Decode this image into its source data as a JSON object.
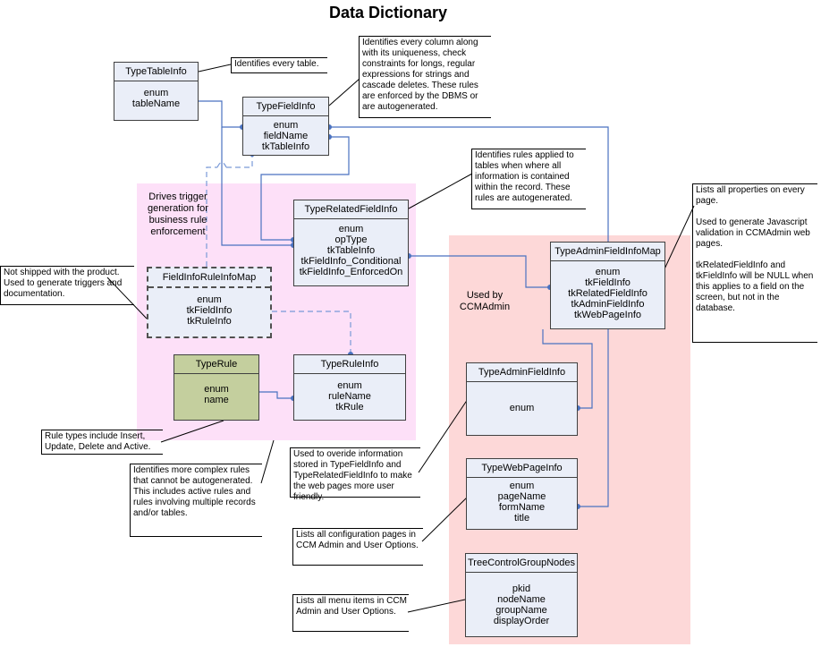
{
  "title": "Data Dictionary",
  "regions": {
    "pink": "Drives trigger generation for business rule enforcement",
    "red": "Used by CCMAdmin"
  },
  "entities": {
    "TypeTableInfo": {
      "name": "TypeTableInfo",
      "fields": [
        "enum",
        "tableName"
      ]
    },
    "TypeFieldInfo": {
      "name": "TypeFieldInfo",
      "fields": [
        "enum",
        "fieldName",
        "tkTableInfo"
      ]
    },
    "TypeRelatedFieldInfo": {
      "name": "TypeRelatedFieldInfo",
      "fields": [
        "enum",
        "opType",
        "tkTableInfo",
        "tkFieldInfo_Conditional",
        "tkFieldInfo_EnforcedOn"
      ]
    },
    "FieldInfoRuleInfoMap": {
      "name": "FieldInfoRuleInfoMap",
      "fields": [
        "enum",
        "tkFieldInfo",
        "tkRuleInfo"
      ]
    },
    "TypeRule": {
      "name": "TypeRule",
      "fields": [
        "enum",
        "name"
      ]
    },
    "TypeRuleInfo": {
      "name": "TypeRuleInfo",
      "fields": [
        "enum",
        "ruleName",
        "tkRule"
      ]
    },
    "TypeAdminFieldInfoMap": {
      "name": "TypeAdminFieldInfoMap",
      "fields": [
        "enum",
        "tkFieldInfo",
        "tkRelatedFieldInfo",
        "tkAdminFieldInfo",
        "tkWebPageInfo"
      ]
    },
    "TypeAdminFieldInfo": {
      "name": "TypeAdminFieldInfo",
      "fields": [
        "enum"
      ]
    },
    "TypeWebPageInfo": {
      "name": "TypeWebPageInfo",
      "fields": [
        "enum",
        "pageName",
        "formName",
        "title"
      ]
    },
    "TreeControlGroupNodes": {
      "name": "TreeControlGroupNodes",
      "fields": [
        "pkid",
        "nodeName",
        "groupName",
        "displayOrder"
      ]
    }
  },
  "notes": {
    "tableinfo": [
      "Identifies every table."
    ],
    "fieldinfo": [
      "Identifies every column along with its uniqueness, check constraints for longs, regular expressions for strings and cascade deletes. These rules are enforced by the DBMS or are autogenerated."
    ],
    "relatedfield": [
      "Identifies rules applied to tables when where all information is contained within the record. These rules are autogenerated."
    ],
    "notshipped": [
      "Not shipped with the product. Used to generate triggers and documentation."
    ],
    "ruletypes": [
      "Rule types include Insert, Update, Delete and Active."
    ],
    "complexrules": [
      "Identifies more complex rules that cannot be autogenerated. This includes active rules and rules involving multiple records and/or tables."
    ],
    "override": [
      "Used to overide information stored in TypeFieldInfo and TypeRelatedFieldInfo to make the web pages more user friendly."
    ],
    "configpages": [
      "Lists all configuration pages in CCM Admin and User Options."
    ],
    "menuitems": [
      "Lists all menu items in CCM Admin and User Options."
    ],
    "properties": [
      "Lists all properties on every page.",
      "Used to generate Javascript validation in CCMAdmin web pages.",
      "tkRelatedFieldInfo and tkFieldInfo will be NULL when this applies to a field on the screen, but not in the database."
    ]
  },
  "colors": {
    "pink_region": "#fde0f8",
    "red_region": "#fdd8d8",
    "connector": "#4a72c0",
    "entity_fill": "#eaeef8",
    "olive_fill": "#c4cf9e"
  }
}
